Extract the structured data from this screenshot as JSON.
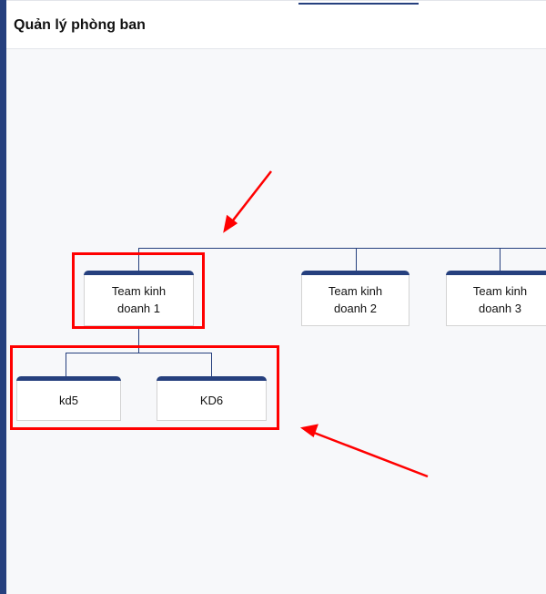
{
  "header": {
    "title": "Quản lý phòng ban"
  },
  "org_chart": {
    "level1": [
      {
        "name": "Team kinh doanh 1"
      },
      {
        "name": "Team kinh doanh 2"
      },
      {
        "name": "Team kinh doanh 3"
      }
    ],
    "level2": [
      {
        "name": "kd5"
      },
      {
        "name": "KD6"
      }
    ]
  },
  "colors": {
    "accent": "#26407e",
    "highlight": "#ff0000"
  }
}
